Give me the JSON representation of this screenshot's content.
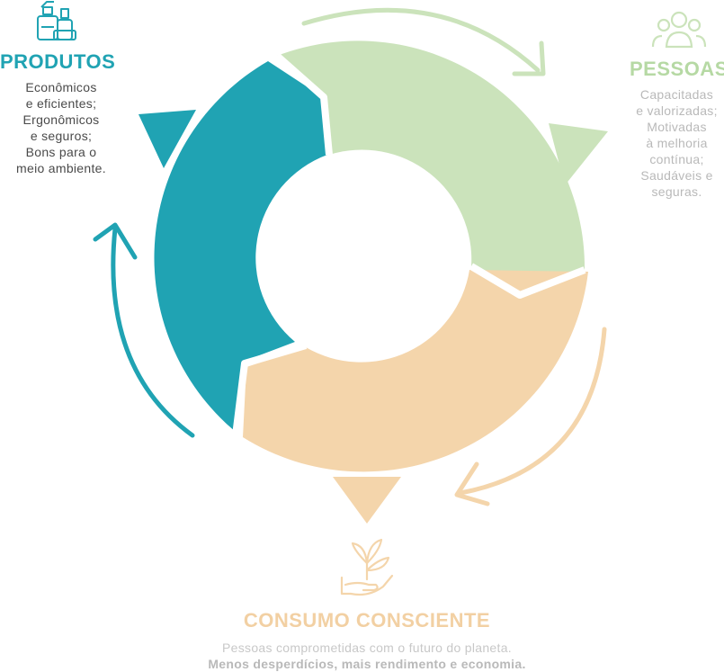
{
  "produtos": {
    "title": "PRODUTOS",
    "lines": [
      "Econômicos",
      "e eficientes;",
      "Ergonômicos",
      "e seguros;",
      "Bons para o",
      "meio ambiente."
    ],
    "icon": "cleaning-products-icon"
  },
  "pessoas": {
    "title": "PESSOAS",
    "lines": [
      "Capacitadas",
      "e valorizadas;",
      "Motivadas",
      "à melhoria",
      "contínua;",
      "Saudáveis e",
      "seguras."
    ],
    "icon": "people-group-icon"
  },
  "consumo": {
    "title": "CONSUMO CONSCIENTE",
    "line1": "Pessoas comprometidas com o futuro do planeta.",
    "line2": "Menos desperdícios, mais rendimento e economia.",
    "icon": "hand-plant-icon"
  },
  "colors": {
    "teal": "#20a3b3",
    "green": "#cbe3bb",
    "peach": "#f4d5ab"
  }
}
